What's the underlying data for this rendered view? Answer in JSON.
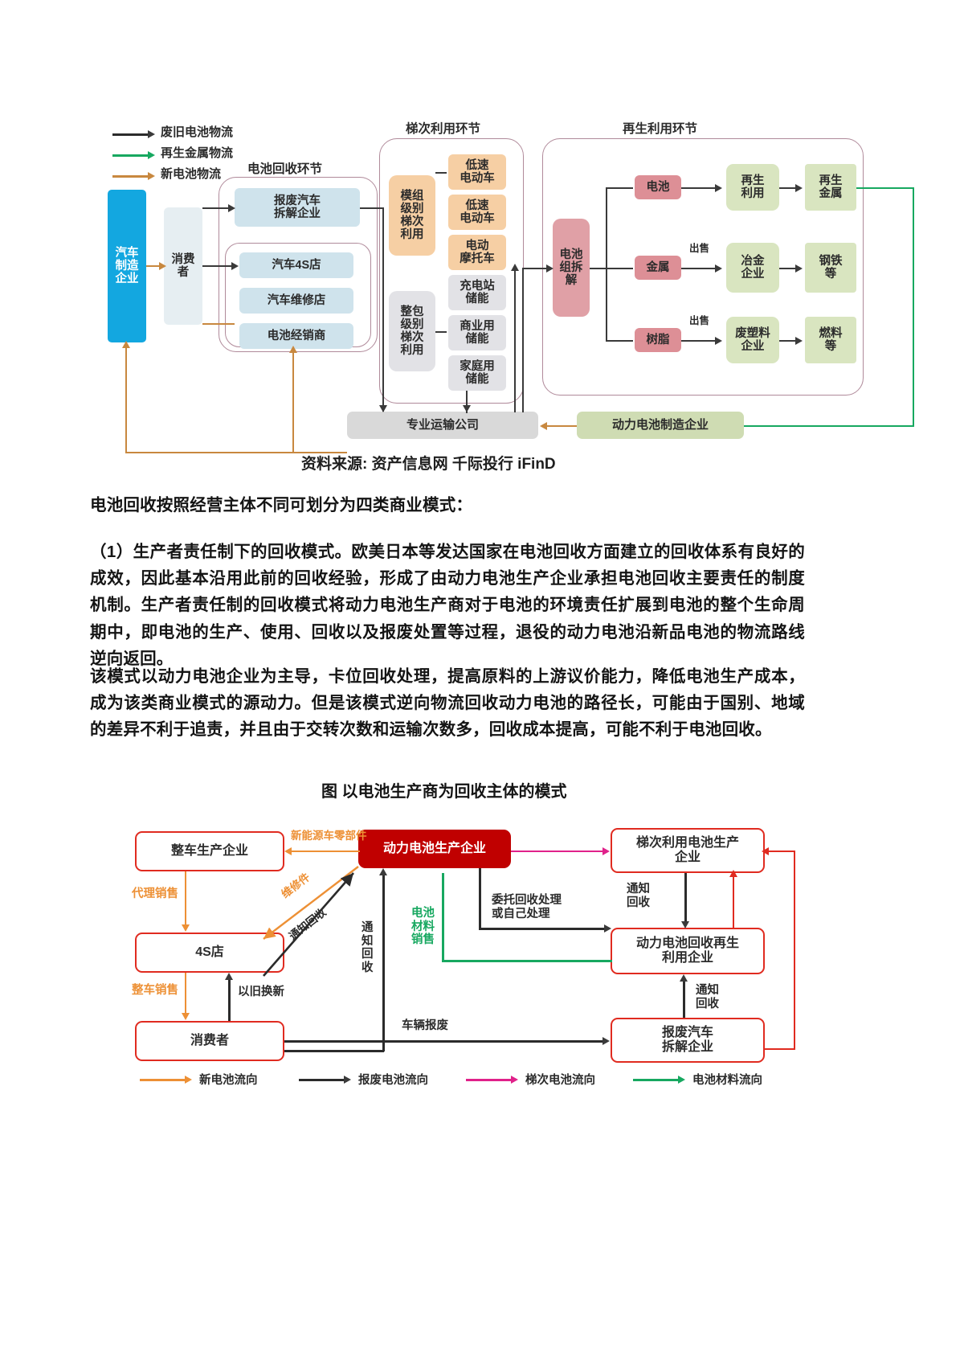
{
  "figure1": {
    "legend": [
      {
        "label": "废旧电池物流",
        "color": "#2b2b2b"
      },
      {
        "label": "再生金属物流",
        "color": "#17a860"
      },
      {
        "label": "新电池物流",
        "color": "#c8883f"
      }
    ],
    "group_titles": {
      "recycle": "电池回收环节",
      "cascade": "梯次利用环节",
      "regen": "再生利用环节"
    },
    "nodes": {
      "oem": "汽车\n制造\n企业",
      "consumer": "消费\n者",
      "scrap_car": "报废汽车\n拆解企业",
      "dealer4s": "汽车4S店",
      "repair": "汽车维修店",
      "battery_dealer": "电池经销商",
      "module_cascade": "模组\n级别\n梯次\n利用",
      "pack_cascade": "整包\n级别\n梯次\n利用",
      "low_speed_ev_1": "低速\n电动车",
      "low_speed_ev_2": "低速\n电动车",
      "e_motorcycle": "电动\n摩托车",
      "charge_storage": "充电站\n储能",
      "commercial_storage": "商业用\n储能",
      "home_storage": "家庭用\n储能",
      "pack_disassembly": "电池\n组拆\n解",
      "battery": "电池",
      "metal": "金属",
      "resin": "树脂",
      "regen_use": "再生\n利用",
      "metallurgy": "冶金\n企业",
      "waste_plastic": "废塑料\n企业",
      "regen_metal": "再生\n金属",
      "steel": "钢铁\n等",
      "fuel": "燃料\n等",
      "transport": "专业运输公司",
      "battery_maker": "动力电池制造企业"
    },
    "edge_labels": {
      "sell_metal": "出售",
      "sell_resin": "出售"
    }
  },
  "source_note": "资料来源: 资产信息网 千际投行 iFinD",
  "body": {
    "intro": "电池回收按照经营主体不同可划分为四类商业模式：",
    "p1": "（1）生产者责任制下的回收模式。欧美日本等发达国家在电池回收方面建立的回收体系有良好的成效，因此基本沿用此前的回收经验，形成了由动力电池生产企业承担电池回收主要责任的制度机制。生产者责任制的回收模式将动力电池生产商对于电池的环境责任扩展到电池的整个生命周期中，即电池的生产、使用、回收以及报废处置等过程，退役的动力电池沿新品电池的物流路线逆向返回。",
    "p2": "该模式以动力电池企业为主导，卡位回收处理，提高原料的上游议价能力，降低电池生产成本，成为该类商业模式的源动力。但是该模式逆向物流回收动力电池的路径长，可能由于国别、地域的差异不利于追责，并且由于交转次数和运输次数多，回收成本提高，可能不利于电池回收。"
  },
  "figure2": {
    "caption": "图 以电池生产商为回收主体的模式",
    "nodes": {
      "vehicle_maker": "整车生产企业",
      "battery_maker": "动力电池生产企业",
      "cascade_maker": "梯次利用电池生产\n企业",
      "store4s": "4S店",
      "recycle_regen": "动力电池回收再生\n利用企业",
      "consumer": "消费者",
      "scrap_car": "报废汽车\n拆解企业"
    },
    "edge_labels": {
      "nev_parts": "新能源车零部件",
      "repair_parts": "维修件",
      "agent_sales": "代理销售",
      "notify_recycle_1": "通知回收",
      "notify_recycle_2": "通\n知\n回\n收",
      "notify_recycle_3": "通知\n回收",
      "notify_recycle_4": "通知\n回收",
      "vehicle_sales": "整车销售",
      "trade_in": "以旧换新",
      "battery_material_sales": "电池\n材料\n销售",
      "entrust_recycle": "委托回收处理\n或自己处理",
      "vehicle_scrap": "车辆报废"
    },
    "legend": [
      {
        "label": "新电池流向",
        "color": "#ed9035"
      },
      {
        "label": "报废电池流向",
        "color": "#2b2b2b"
      },
      {
        "label": "梯次电池流向",
        "color": "#e0218a"
      },
      {
        "label": "电池材料流向",
        "color": "#17a860"
      }
    ]
  }
}
